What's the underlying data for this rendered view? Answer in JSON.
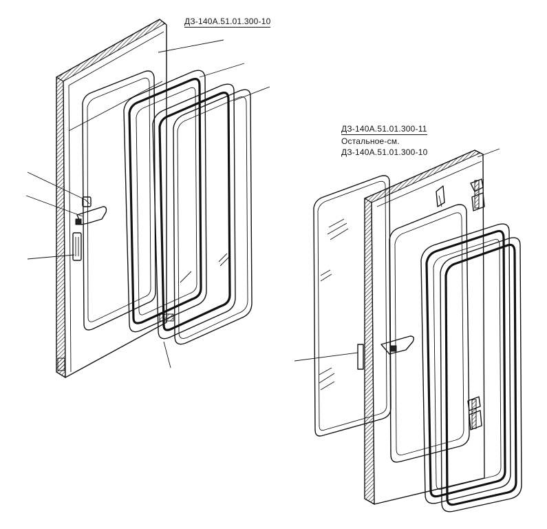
{
  "labels": {
    "left_assembly": "ДЗ-140А.51.01.300-10",
    "right_assembly_1": "ДЗ-140А.51.01.300-11",
    "right_assembly_2": "Остальное-см.",
    "right_assembly_3": "ДЗ-140А.51.01.300-10"
  },
  "colors": {
    "ink": "#111111",
    "paper": "#ffffff"
  }
}
